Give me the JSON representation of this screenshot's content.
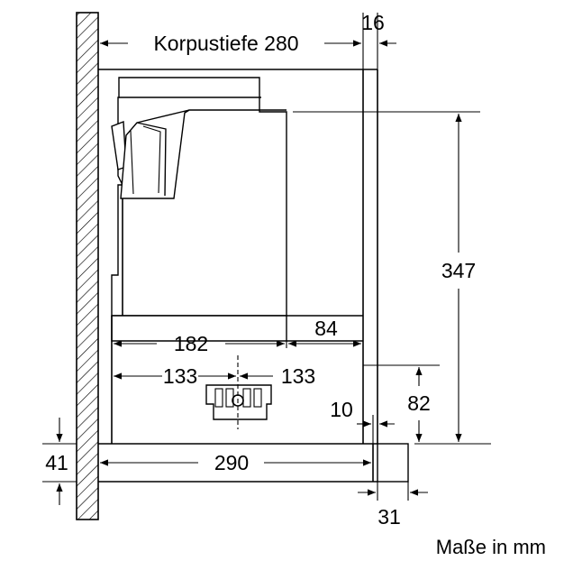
{
  "diagram": {
    "labels": {
      "korpustiefe": "Korpustiefe 280",
      "panel_thickness": "16",
      "height_total": "347",
      "width_182": "182",
      "width_84": "84",
      "left_133": "133",
      "right_133": "133",
      "height_82": "82",
      "gap_10": "10",
      "height_41": "41",
      "width_290": "290",
      "width_31": "31"
    },
    "units_note": "Maße in mm"
  }
}
